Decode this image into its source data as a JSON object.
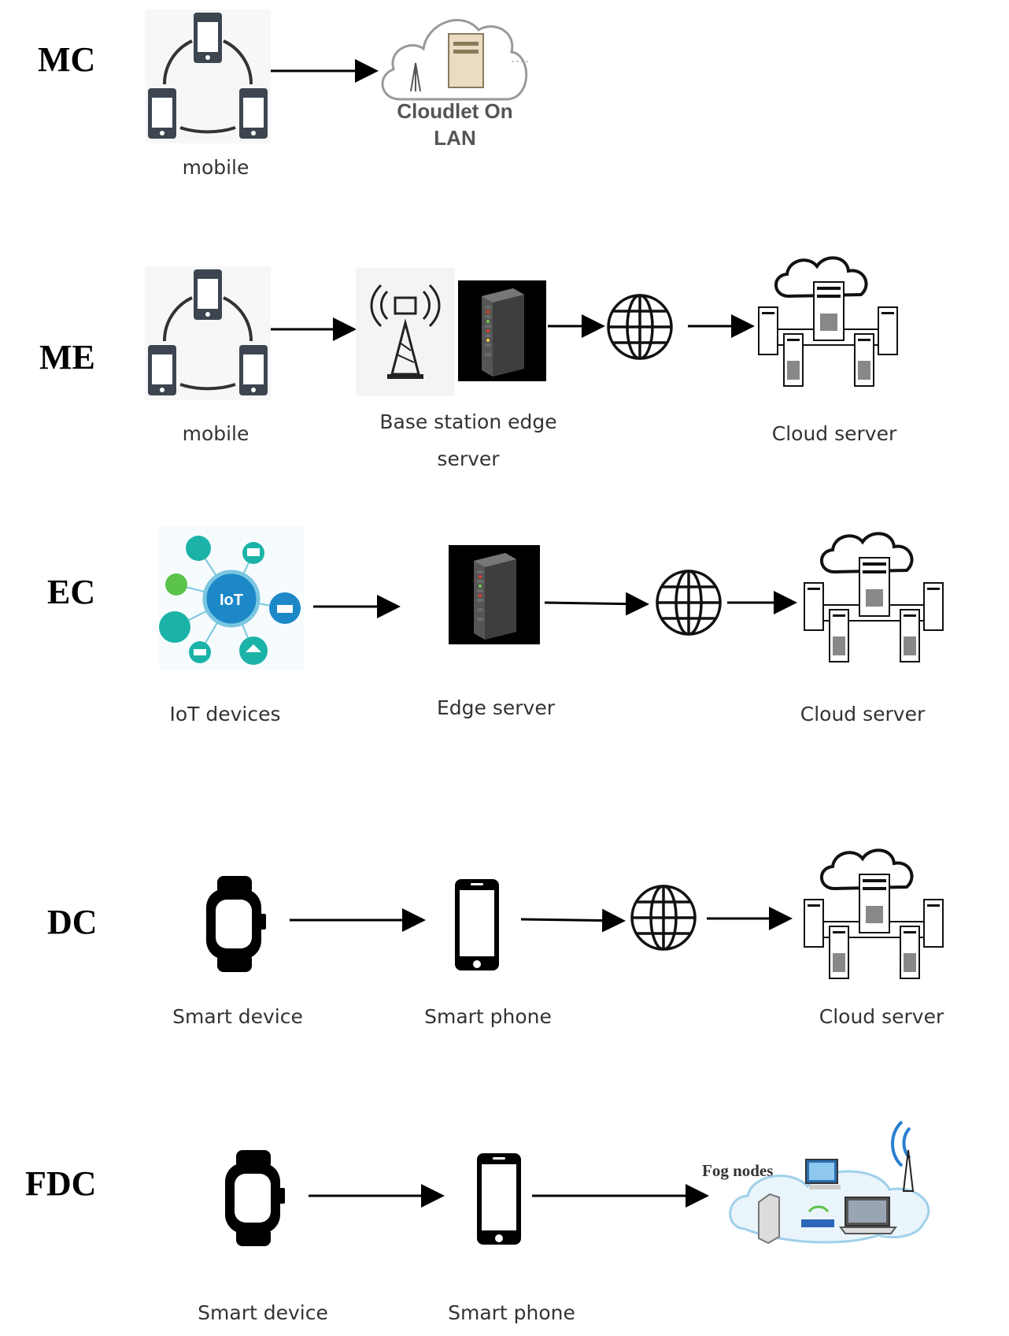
{
  "rows": {
    "mc": {
      "label": "MC",
      "mobile": "mobile",
      "cloudlet": "Cloudlet On LAN"
    },
    "me": {
      "label": "ME",
      "mobile": "mobile",
      "base_station": "Base station  edge server",
      "cloud": "Cloud server"
    },
    "ec": {
      "label": "EC",
      "iot_devices": "IoT devices",
      "iot_hub": "IoT",
      "edge": "Edge server",
      "cloud": "Cloud server"
    },
    "dc": {
      "label": "DC",
      "smart_device": "Smart device",
      "smart_phone": "Smart phone",
      "cloud": "Cloud server"
    },
    "fdc": {
      "label": "FDC",
      "smart_device": "Smart device",
      "smart_phone": "Smart phone",
      "fog_nodes": "Fog nodes"
    }
  },
  "icons": {
    "mobile_cluster": "mobile-cluster-icon",
    "cloudlet": "cloudlet-icon",
    "base_station": "base-station-icon",
    "edge_server": "edge-server-rack-icon",
    "internet": "globe-icon",
    "cloud_server": "cloud-server-icon",
    "iot_hub": "iot-hub-icon",
    "smartwatch": "smartwatch-icon",
    "smartphone": "smartphone-icon",
    "fog_nodes": "fog-nodes-icon"
  },
  "colors": {
    "iot_teal": "#1bb3a8",
    "iot_blue": "#1c88c8",
    "rack_led_red": "#e23b2b",
    "rack_led_green": "#6bd14a"
  }
}
